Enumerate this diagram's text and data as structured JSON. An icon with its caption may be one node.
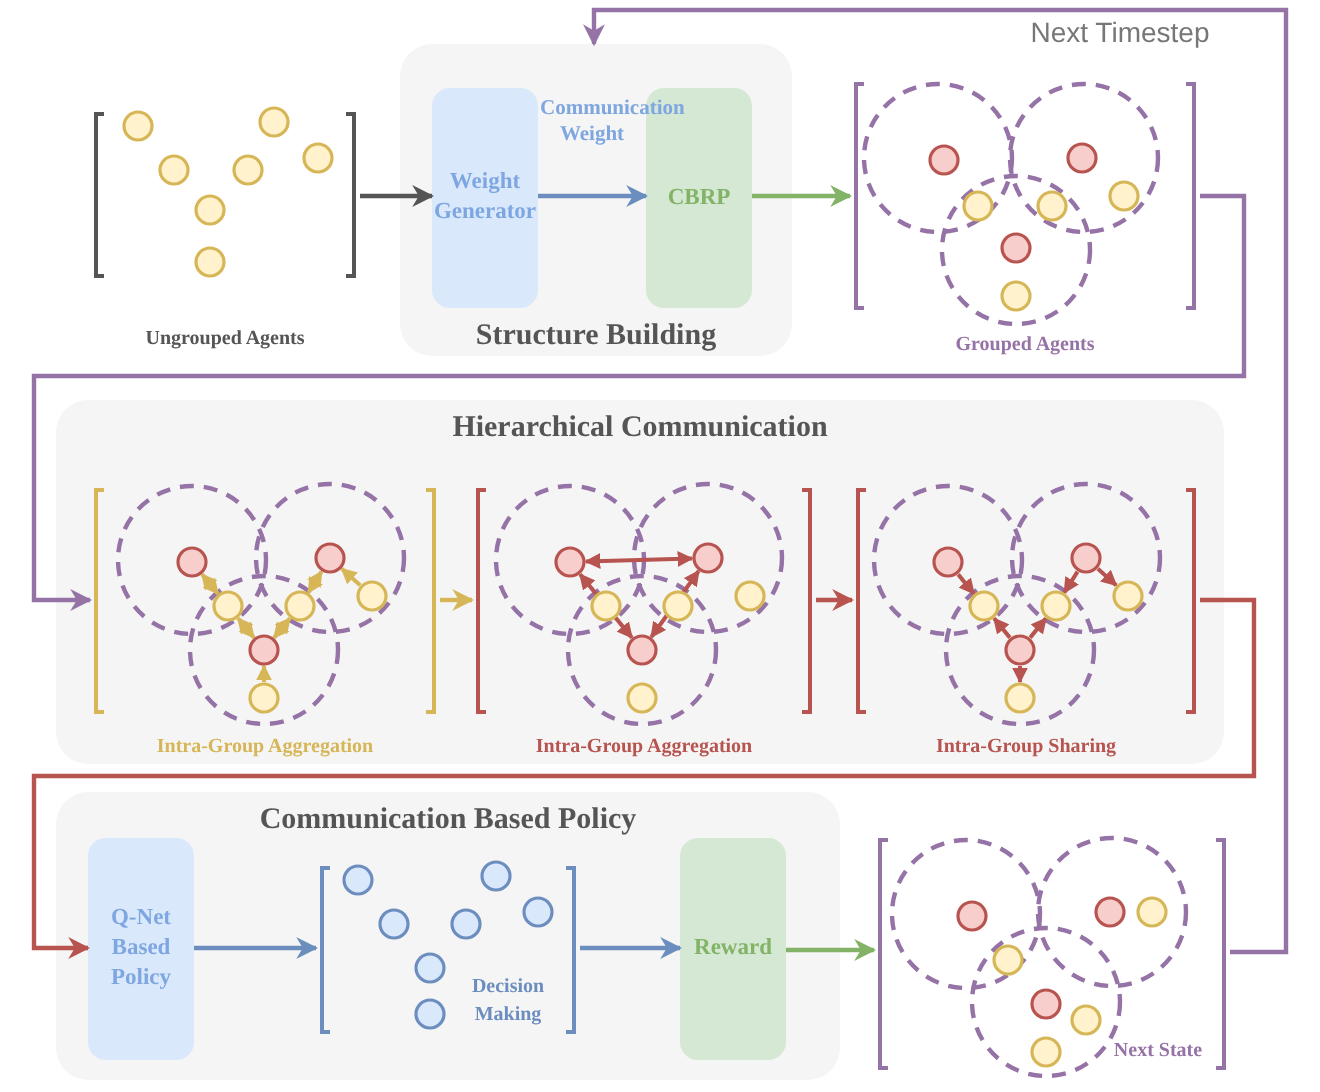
{
  "diagram": {
    "nodes": [
      {
        "text": [
          "Structure Building"
        ]
      },
      {
        "text": [
          "Weight Generator"
        ],
        "in": 0
      },
      {
        "text": [
          "CBRP"
        ],
        "in": 0
      },
      {
        "text": [
          "Ungrouped Agents"
        ]
      },
      {
        "text": [
          "Grouped Agents"
        ]
      },
      {
        "text": [
          "Hierarchical Communication"
        ]
      },
      {
        "text": [
          "Intra-Group Aggregation"
        ],
        "in": 5
      },
      {
        "text": [
          "Intra-Group Aggregation"
        ],
        "in": 5
      },
      {
        "text": [
          "Intra-Group Sharing"
        ],
        "in": 5
      },
      {
        "text": [
          "Communication Based Policy"
        ]
      },
      {
        "text": [
          "Q-Net Based Policy"
        ],
        "in": 9
      },
      {
        "text": [
          "Decision Making"
        ],
        "in": 9
      },
      {
        "text": [
          "Reward"
        ],
        "in": 9
      },
      {
        "text": [
          "Next State"
        ]
      }
    ],
    "edges": [
      {
        "from": 3,
        "to": 1,
        "arrow": "to",
        "color": "#555555"
      },
      {
        "from": 1,
        "to": 2,
        "arrow": "to",
        "label": "Communication Weight",
        "color": "#6c8ebf"
      },
      {
        "from": 2,
        "to": 4,
        "arrow": "to",
        "color": "#82b366"
      },
      {
        "from": 4,
        "to": 6,
        "arrow": "to",
        "color": "#9673a6"
      },
      {
        "from": 6,
        "to": 7,
        "arrow": "to",
        "color": "#d6b656"
      },
      {
        "from": 7,
        "to": 8,
        "arrow": "to",
        "color": "#b85450"
      },
      {
        "from": 8,
        "to": 10,
        "arrow": "to",
        "color": "#b85450"
      },
      {
        "from": 10,
        "to": 11,
        "arrow": "to",
        "color": "#6c8ebf"
      },
      {
        "from": 11,
        "to": 12,
        "arrow": "to",
        "color": "#6c8ebf"
      },
      {
        "from": 12,
        "to": 13,
        "arrow": "to",
        "color": "#82b366"
      },
      {
        "from": 13,
        "to": 0,
        "arrow": "to",
        "label": "Next Timestep",
        "color": "#9673a6"
      }
    ]
  }
}
